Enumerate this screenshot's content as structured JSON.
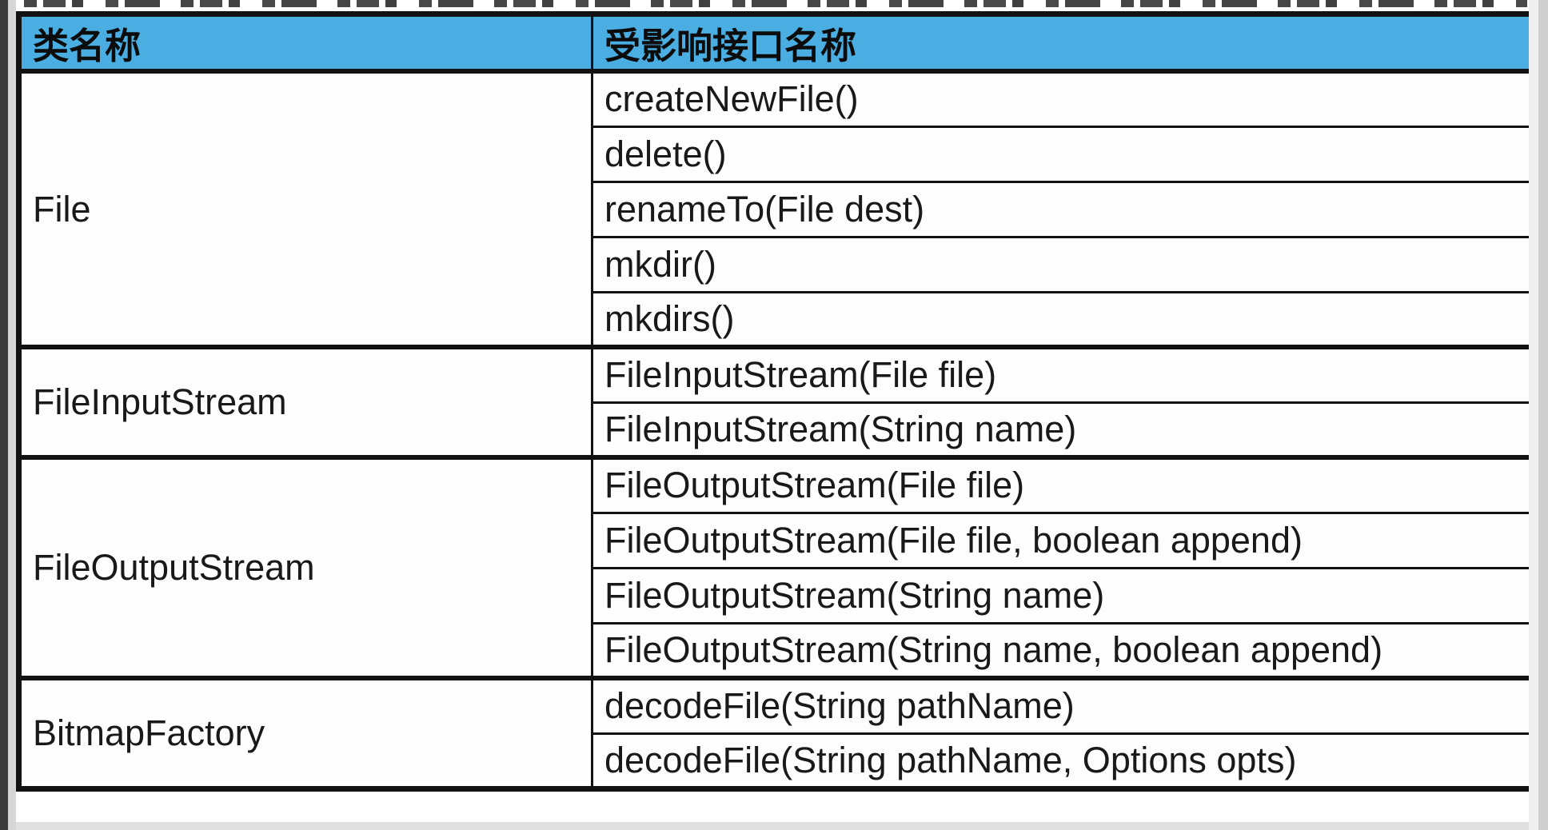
{
  "colors": {
    "header_bg": "#4aaee2",
    "border": "#121212",
    "text": "#191919",
    "cell_bg": "#fcfdfc",
    "page_bg": "#ffffff",
    "left_bar": "#3a3a3a",
    "gutter": "#d6d6d6",
    "bottom_strip": "#e0e0e0",
    "right_strip": "#cfcfcf"
  },
  "table": {
    "columns": [
      "类名称",
      "受影响接口名称"
    ],
    "groups": [
      {
        "class_name": "File",
        "interfaces": [
          "createNewFile()",
          "delete()",
          "renameTo(File dest)",
          "mkdir()",
          "mkdirs()"
        ]
      },
      {
        "class_name": "FileInputStream",
        "interfaces": [
          "FileInputStream(File file)",
          "FileInputStream(String name)"
        ]
      },
      {
        "class_name": "FileOutputStream",
        "interfaces": [
          "FileOutputStream(File file)",
          "FileOutputStream(File file, boolean append)",
          "FileOutputStream(String name)",
          "FileOutputStream(String name, boolean append)"
        ]
      },
      {
        "class_name": "BitmapFactory",
        "interfaces": [
          "decodeFile(String pathName)",
          "decodeFile(String pathName, Options opts)"
        ]
      }
    ]
  }
}
